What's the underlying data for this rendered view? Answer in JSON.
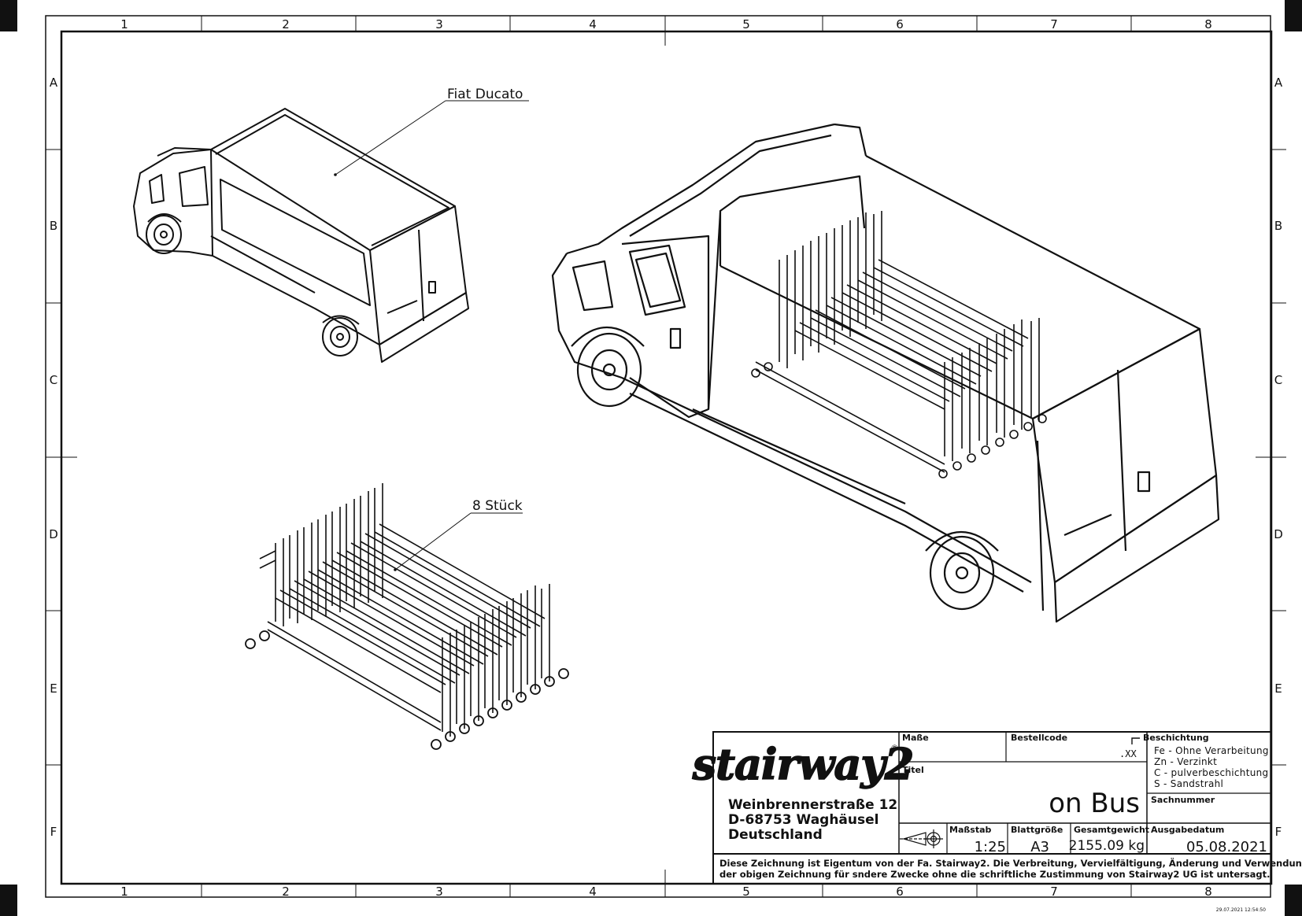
{
  "grid": {
    "columns": [
      "1",
      "2",
      "3",
      "4",
      "5",
      "6",
      "7",
      "8"
    ],
    "rows": [
      "A",
      "B",
      "C",
      "D",
      "E",
      "F"
    ]
  },
  "labels": {
    "van_callout": "Fiat Ducato",
    "rack_callout": "8 Stück"
  },
  "title_block": {
    "logo_text": "stairway2",
    "registered_mark": "®",
    "address": [
      "Weinbrennerstraße 12",
      "D-68753 Waghäusel",
      "Deutschland"
    ],
    "masse_label": "Maße",
    "bestellcode_label": "Bestellcode",
    "tolerance": ".XX",
    "beschichtung_label": "Beschichtung",
    "beschichtung_options": [
      "Fe - Ohne Verarbeitung",
      "Zn - Verzinkt",
      "C  - pulverbeschichtung",
      "S  - Sandstrahl"
    ],
    "titel_label": "Titel",
    "titel_value": "on Bus",
    "sachnummer_label": "Sachnummer",
    "massstab_label": "Maßstab",
    "massstab_value": "1:25",
    "blattgroesse_label": "Blattgröße",
    "blattgroesse_value": "A3",
    "gesamtgewicht_label": "Gesamtgewicht",
    "gesamtgewicht_value": "2155.09 kg",
    "ausgabedatum_label": "Ausgabedatum",
    "ausgabedatum_value": "05.08.2021",
    "copyright_line1": "Diese Zeichnung ist Eigentum von der Fa. Stairway2. Die Verbreitung, Vervielfältigung, Änderung und Verwendung",
    "copyright_line2": "der obigen Zeichnung für sndere Zwecke ohne die schriftliche Zustimmung von Stairway2 UG ist untersagt."
  },
  "print_stamp": "29.07.2021 12:54:50"
}
